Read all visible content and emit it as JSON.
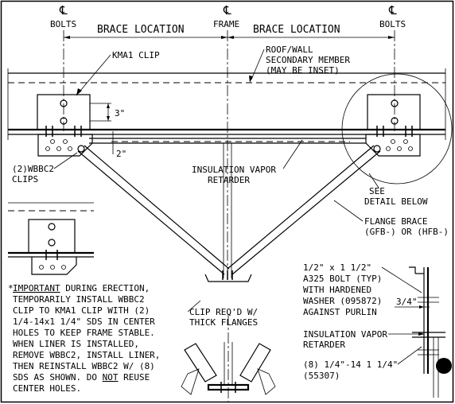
{
  "labels": {
    "cl_symbol": "℄",
    "bolts_left": "BOLTS",
    "bolts_right": "BOLTS",
    "frame": "FRAME",
    "brace_location_left": "BRACE LOCATION",
    "brace_location_right": "BRACE LOCATION",
    "kma1_clip": "KMA1 CLIP",
    "roof_wall_line1": "ROOF/WALL",
    "roof_wall_line2": "SECONDARY MEMBER",
    "roof_wall_line3": "(MAY BE INSET)",
    "dim_3": "3\"",
    "dim_2": "2\"",
    "wbbc2_line1": "(2)WBBC2",
    "wbbc2_line2": "CLIPS",
    "insulation_line1": "INSULATION VAPOR",
    "insulation_line2": "RETARDER",
    "see_line1": "SEE",
    "see_line2": "DETAIL BELOW",
    "flange_brace_line1": "FLANGE BRACE",
    "flange_brace_line2": "(GFB-) OR (HFB-)",
    "bolt_line1": "1/2\" x 1 1/2\"",
    "bolt_line2": "A325 BOLT (TYP)",
    "bolt_line3": "WITH HARDENED",
    "bolt_line4": "WASHER (095872)",
    "bolt_line5": "AGAINST PURLIN",
    "dim_34": "3/4\"",
    "insulation2_line1": "INSULATION VAPOR",
    "insulation2_line2": "RETARDER",
    "sds_line1": "(8) 1/4\"-14 1 1/4\"",
    "sds_line2": "(55307)",
    "clip_req_line1": "CLIP REQ'D W/",
    "clip_req_line2": "THICK FLANGES",
    "note_star": "*",
    "note_important": "IMPORTANT",
    "note_line1_rest": " DURING ERECTION,",
    "note_line2": "TEMPORARILY INSTALL WBBC2",
    "note_line3": "CLIP TO KMA1 CLIP WITH (2)",
    "note_line4": "1/4-14x1 1/4\" SDS IN CENTER",
    "note_line5": "HOLES TO KEEP FRAME STABLE.",
    "note_line6": "WHEN LINER IS INSTALLED,",
    "note_line7": "REMOVE WBBC2, INSTALL LINER,",
    "note_line8": "THEN REINSTALL WBBC2 W/ (8)",
    "note_line9_a": "SDS AS SHOWN. DO ",
    "note_line9_not": "NOT",
    "note_line9_b": " REUSE",
    "note_line10": "CENTER HOLES."
  }
}
